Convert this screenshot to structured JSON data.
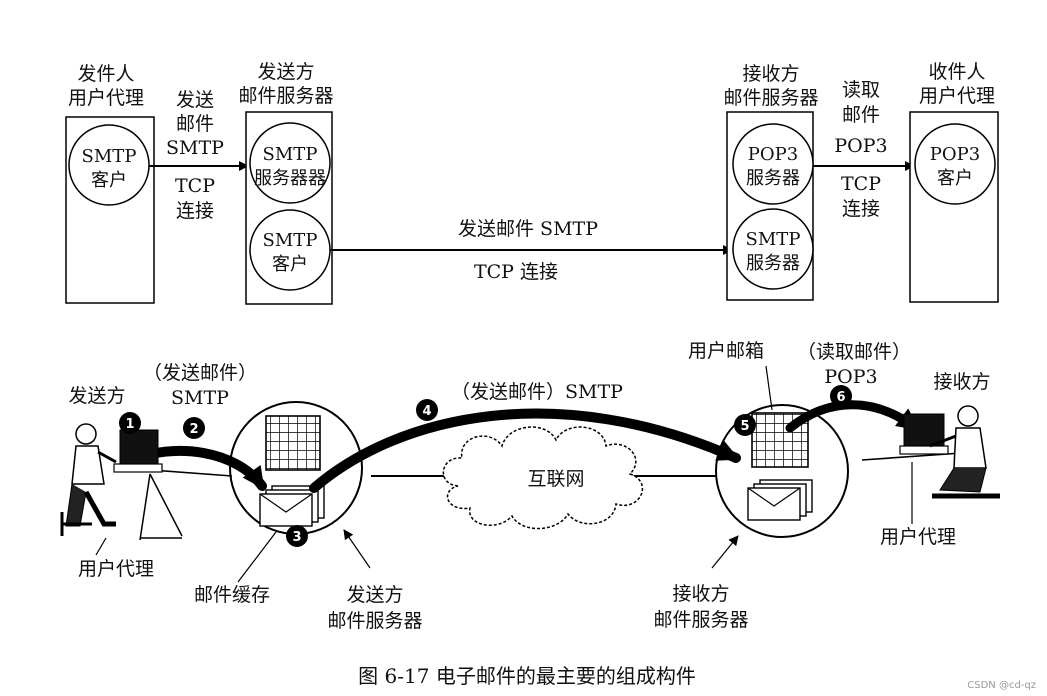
{
  "top": {
    "sender_agent": {
      "title": [
        "发件人",
        "用户代理"
      ],
      "circle": [
        "SMTP",
        "客户"
      ]
    },
    "send_server": {
      "title": [
        "发送方",
        "邮件服务器"
      ],
      "server_circle": [
        "SMTP",
        "服务器器"
      ],
      "client_circle": [
        "SMTP",
        "客户"
      ]
    },
    "recv_server": {
      "title": [
        "接收方",
        "邮件服务器"
      ],
      "pop3_circle": [
        "POP3",
        "服务器"
      ],
      "smtp_circle": [
        "SMTP",
        "服务器"
      ]
    },
    "recv_agent": {
      "title": [
        "收件人",
        "用户代理"
      ],
      "circle": [
        "POP3",
        "客户"
      ]
    },
    "link1": [
      "发送",
      "邮件",
      "SMTP",
      "TCP",
      "连接"
    ],
    "link2": [
      "发送邮件 SMTP",
      "TCP 连接"
    ],
    "link3": [
      "读取",
      "邮件",
      "POP3",
      "TCP",
      "连接"
    ]
  },
  "bottom": {
    "sender_label": "发送方",
    "send_step_label": [
      "（发送邮件）",
      "SMTP"
    ],
    "relay_label": "（发送邮件）SMTP",
    "mailbox_label": "用户邮箱",
    "read_label": [
      "（读取邮件）",
      "POP3"
    ],
    "receiver_label": "接收方",
    "internet_label": "互联网",
    "user_agent_left": "用户代理",
    "user_agent_right": "用户代理",
    "mail_cache": "邮件缓存",
    "send_server_label": [
      "发送方",
      "邮件服务器"
    ],
    "recv_server_label": [
      "接收方",
      "邮件服务器"
    ],
    "steps": [
      "1",
      "2",
      "3",
      "4",
      "5",
      "6"
    ]
  },
  "caption": "图 6-17    电子邮件的最主要的组成构件",
  "watermark": "CSDN @cd-qz"
}
